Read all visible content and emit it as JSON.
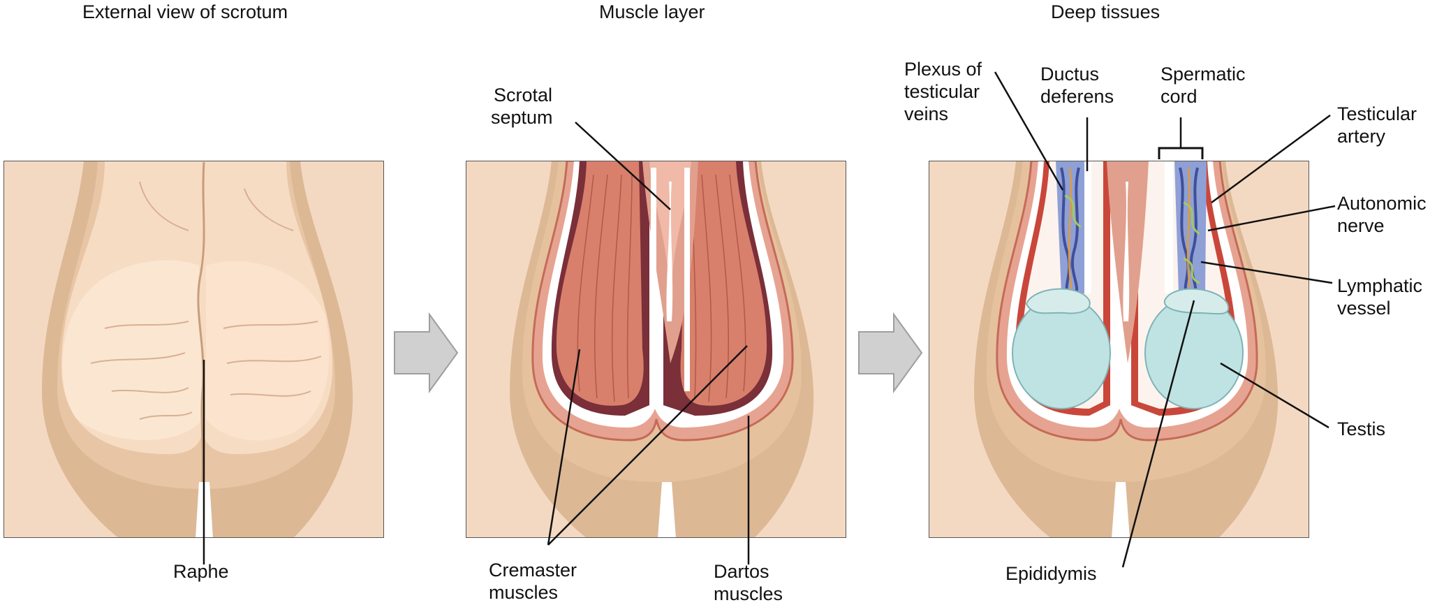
{
  "panels": {
    "external": {
      "title": "External view of scrotum",
      "raphe": "Raphe"
    },
    "muscle": {
      "title": "Muscle layer",
      "scrotal_septum": [
        "Scrotal",
        "septum"
      ],
      "cremaster": [
        "Cremaster",
        "muscles"
      ],
      "dartos": [
        "Dartos",
        "muscles"
      ]
    },
    "deep": {
      "title": "Deep tissues",
      "plexus": [
        "Plexus of",
        "testicular",
        "veins"
      ],
      "ductus": [
        "Ductus",
        "deferens"
      ],
      "spermatic": [
        "Spermatic",
        "cord"
      ],
      "testicular_artery": [
        "Testicular",
        "artery"
      ],
      "autonomic": [
        "Autonomic",
        "nerve"
      ],
      "lymphatic": [
        "Lymphatic",
        "vessel"
      ],
      "testis": "Testis",
      "epididymis": "Epididymis"
    }
  },
  "colors": {
    "skin": "#f2d2b6",
    "skin_dark": "#d9b594",
    "muscle": "#d88a78",
    "muscle_dark": "#b9604f",
    "testis": "#bfe3e3",
    "vein": "#5a6db0",
    "arrow": "#cfcfcf"
  }
}
